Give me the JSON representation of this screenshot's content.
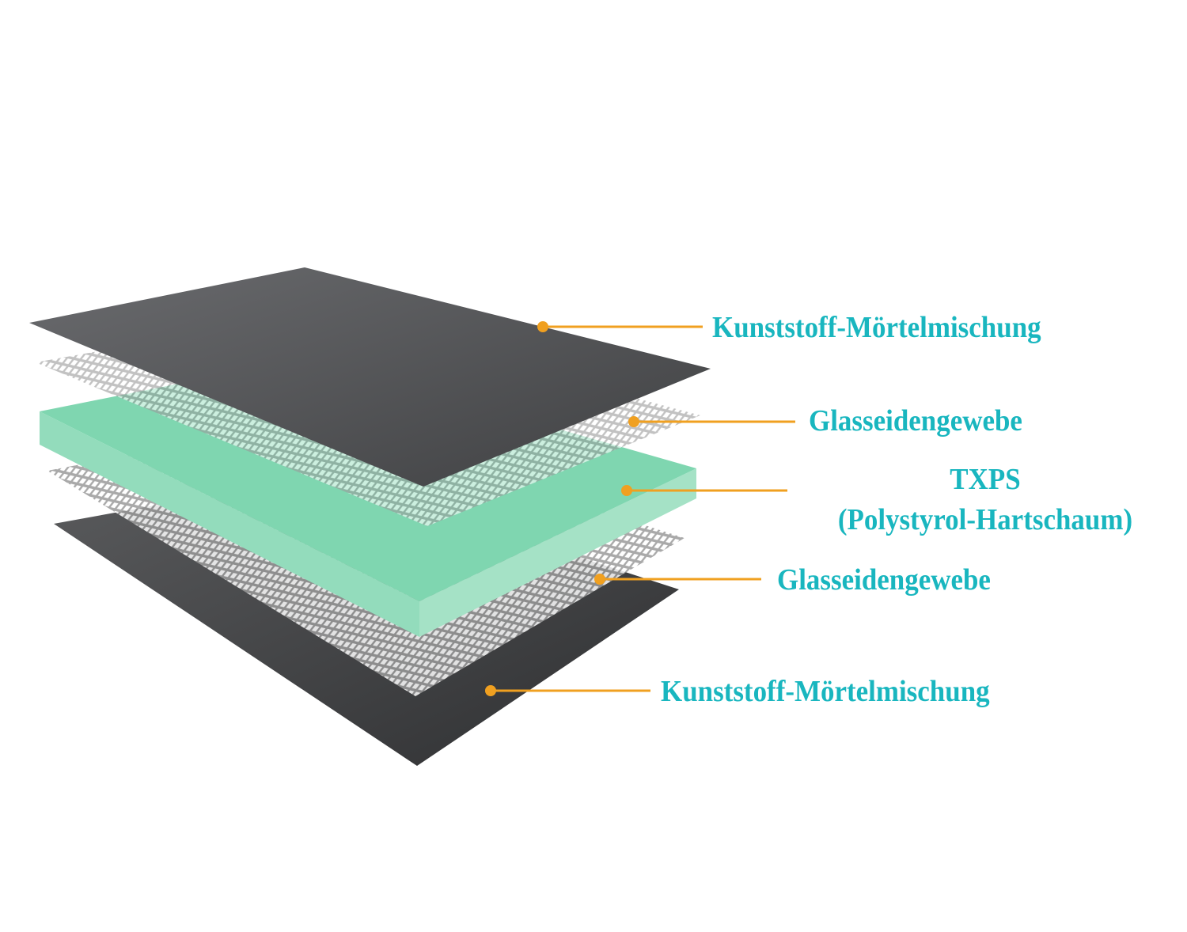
{
  "labels": {
    "top_mortar": "Kunststoff-Mörtelmischung",
    "top_mesh": "Glasseidengewebe",
    "core_line1": "TXPS",
    "core_line2": "(Polystyrol-Hartschaum)",
    "bottom_mesh": "Glasseidengewebe",
    "bottom_mortar": "Kunststoff-Mörtelmischung"
  },
  "colors": {
    "label": "#19b6bf",
    "leader": "#f0a020",
    "mortar": "#4a4b4d",
    "foam": "#7fd6b0"
  }
}
